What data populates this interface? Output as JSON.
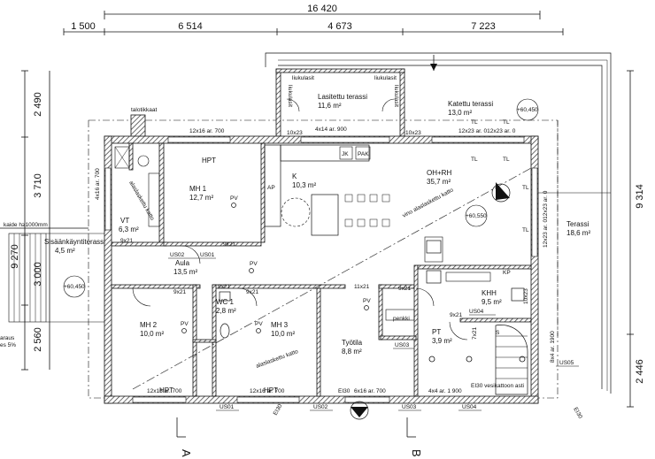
{
  "dimensions": {
    "top_total": "16 420",
    "top_segments": [
      "1 500",
      "6 514",
      "4 673",
      "7 223"
    ],
    "left": [
      "2 490",
      "3 710",
      "9 270",
      "3 000",
      "2 560"
    ],
    "right": [
      "9 314",
      "2 446"
    ]
  },
  "rooms": [
    {
      "name": "Lasitettu terassi",
      "area": "11,6 m²"
    },
    {
      "name": "Katettu terassi",
      "area": "13,0 m²"
    },
    {
      "name": "HPT",
      "area": ""
    },
    {
      "name": "MH 1",
      "area": "12,7 m²"
    },
    {
      "name": "K",
      "area": "10,3 m²"
    },
    {
      "name": "OH+RH",
      "area": "35,7 m²"
    },
    {
      "name": "VT",
      "area": "6,3 m²"
    },
    {
      "name": "Sisäänkäyntiterassi",
      "area": "4,5 m²"
    },
    {
      "name": "Aula",
      "area": "13,5 m²"
    },
    {
      "name": "WC 1",
      "area": "2,8 m²"
    },
    {
      "name": "MH 2",
      "area": "10,0 m²"
    },
    {
      "name": "MH 3",
      "area": "10,0 m²"
    },
    {
      "name": "Työtila",
      "area": "8,8 m²"
    },
    {
      "name": "KHH",
      "area": "9,5 m²"
    },
    {
      "name": "PT",
      "area": "3,9 m²"
    },
    {
      "name": "Terassi",
      "area": "18,6 m²"
    }
  ],
  "labels": {
    "talotikkaat": "talotikkaat",
    "liukulasit": "liukulasit",
    "kaide": "kaide h≥1000mm",
    "aaraus": "araus",
    "aaraus_pct": "es 5%",
    "vino_alaslaskettu_katto": "vino alaslaskettu katto",
    "alaslaskettu_katto": "alaslaskettu katto",
    "penkki": "penkki",
    "ei30_vesikattoon": "EI30 vesikattoon asti",
    "ei30": "EI30",
    "section_a": "A",
    "section_b": "B",
    "jk": "JK",
    "pak": "PAK",
    "ap": "AP",
    "pv": "PV",
    "tl": "TL",
    "hpt": "HPT",
    "s": "S",
    "kp": "KP"
  },
  "windows": {
    "top1": "12x16 ar. 700",
    "top_terrace": "4x14 ar. 900",
    "top_right": "12x23 ar. 012x23 ar. 0",
    "w10x23": "10x23",
    "left_vertical": "4x16 ar. 700",
    "right_vertical": "12x23 ar. 012x23 ar. 0",
    "bottom1": "12x16 ar. 700",
    "bottom2": "12x16 ar. 700",
    "bottom3": "6x16 ar. 700",
    "bottom4": "4x4 ar. 1 900",
    "right_small": "8x4 ar. 1900"
  },
  "doors": {
    "d9x21": "9x21",
    "d11x21": "11x21",
    "d7x21": "7x21",
    "d10x23": "10x23"
  },
  "sections": [
    "US01",
    "US02",
    "US03",
    "US04",
    "US05"
  ],
  "levels": [
    "+60,450",
    "+60,550",
    "+60,450"
  ]
}
